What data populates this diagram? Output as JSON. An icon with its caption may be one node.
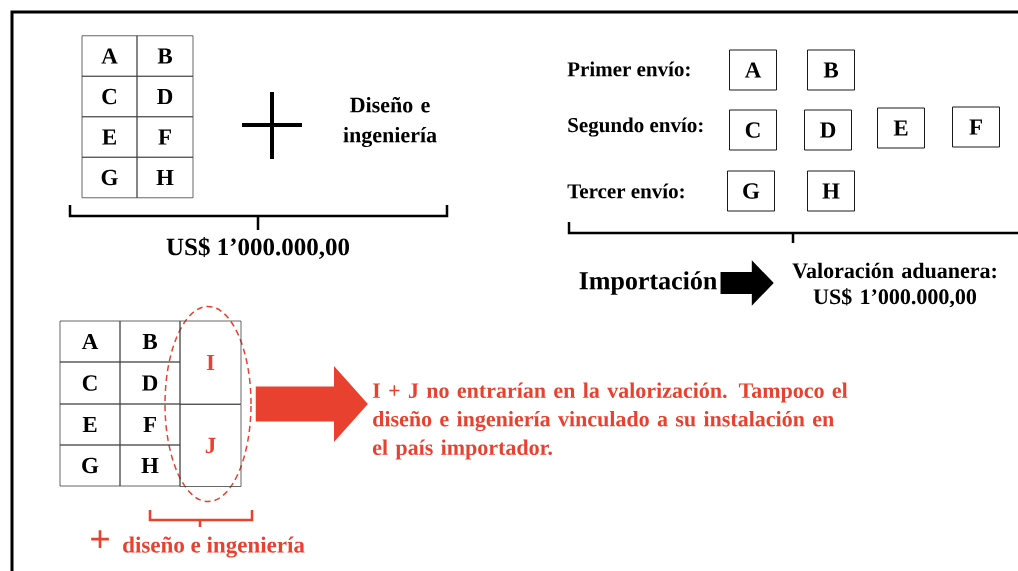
{
  "diagram": {
    "nodes": [
      {
        "text": [
          "A"
        ]
      },
      {
        "text": [
          "B"
        ]
      },
      {
        "text": [
          "C"
        ]
      },
      {
        "text": [
          "D"
        ]
      },
      {
        "text": [
          "E"
        ]
      },
      {
        "text": [
          "F"
        ]
      },
      {
        "text": [
          "G"
        ]
      },
      {
        "text": [
          "H"
        ]
      },
      {
        "text": [
          "Importación"
        ]
      },
      {
        "text": [
          "Valoración aduanera: US$ 1’000.000,00"
        ]
      },
      {
        "text": [],
        "shape": "ellipse"
      },
      {
        "text": [
          "I + J no entrarían en la valorización. Tampoco el diseño e ingeniería vinculado a su instalación en el país importador."
        ]
      }
    ],
    "edges": [
      {
        "from": 8,
        "to": 9,
        "arrow": "to"
      },
      {
        "from": 10,
        "to": 11,
        "arrow": "to",
        "color": "#e8412f"
      }
    ],
    "labels": [
      "A",
      "B",
      "C",
      "D",
      "E",
      "F",
      "G",
      "H",
      "Diseño e ingeniería",
      "US$ 1’000.000,00",
      "Primer envío:",
      "Segundo envío:",
      "Tercer envío:",
      "A",
      "B",
      "I",
      "C",
      "D",
      "E",
      "F",
      "J",
      "G",
      "H",
      "+",
      "diseño e ingeniería"
    ]
  }
}
